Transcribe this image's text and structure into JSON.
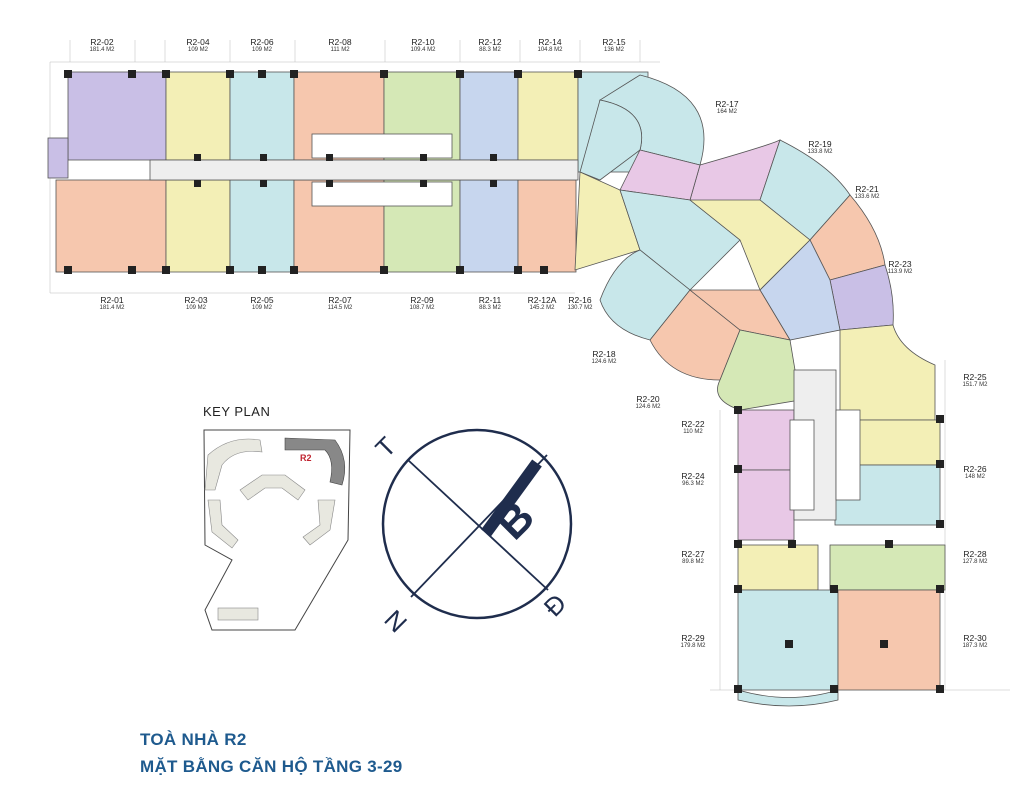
{
  "title": {
    "line1": "TOÀ NHÀ R2",
    "line2": "MẶT BẰNG CĂN HỘ TẦNG 3-29"
  },
  "key_plan": {
    "title": "KEY PLAN",
    "highlight_label": "R2"
  },
  "compass": {
    "west": "T",
    "east": "Đ",
    "north": "N",
    "block": "B"
  },
  "units_top": [
    {
      "code": "R2-02",
      "area": "181.4 M2"
    },
    {
      "code": "R2-04",
      "area": "109 M2"
    },
    {
      "code": "R2-06",
      "area": "109 M2"
    },
    {
      "code": "R2-08",
      "area": "111 M2"
    },
    {
      "code": "R2-10",
      "area": "109.4 M2"
    },
    {
      "code": "R2-12",
      "area": "88.3 M2"
    },
    {
      "code": "R2-14",
      "area": "104.8 M2"
    },
    {
      "code": "R2-15",
      "area": "136 M2"
    }
  ],
  "units_bottom": [
    {
      "code": "R2-01",
      "area": "181.4 M2"
    },
    {
      "code": "R2-03",
      "area": "109 M2"
    },
    {
      "code": "R2-05",
      "area": "109 M2"
    },
    {
      "code": "R2-07",
      "area": "114.5 M2"
    },
    {
      "code": "R2-09",
      "area": "108.7 M2"
    },
    {
      "code": "R2-11",
      "area": "88.3 M2"
    },
    {
      "code": "R2-12A",
      "area": "145.2 M2"
    },
    {
      "code": "R2-16",
      "area": "130.7 M2"
    }
  ],
  "units_curve": [
    {
      "code": "R2-17",
      "area": "164 M2"
    },
    {
      "code": "R2-19",
      "area": "133.8 M2"
    },
    {
      "code": "R2-21",
      "area": "133.6 M2"
    },
    {
      "code": "R2-23",
      "area": "113.9 M2"
    },
    {
      "code": "R2-18",
      "area": "124.6 M2"
    },
    {
      "code": "R2-20",
      "area": "124.6 M2"
    }
  ],
  "units_wing": [
    {
      "code": "R2-22",
      "area": "110 M2"
    },
    {
      "code": "R2-24",
      "area": "96.3 M2"
    },
    {
      "code": "R2-27",
      "area": "89.8 M2"
    },
    {
      "code": "R2-29",
      "area": "179.8 M2"
    },
    {
      "code": "R2-25",
      "area": "151.7 M2"
    },
    {
      "code": "R2-26",
      "area": "148 M2"
    },
    {
      "code": "R2-28",
      "area": "127.8 M2"
    },
    {
      "code": "R2-30",
      "area": "187.3 M2"
    }
  ],
  "colors": {
    "purple": "#c9bfe6",
    "yellow": "#f3efb6",
    "cyan": "#c8e7ea",
    "salmon": "#f6c7ae",
    "green": "#d5e8b6",
    "pink": "#e8c8e6",
    "blue": "#c7d6ee",
    "title": "#1e5a8e",
    "compass": "#1f2d4d"
  }
}
